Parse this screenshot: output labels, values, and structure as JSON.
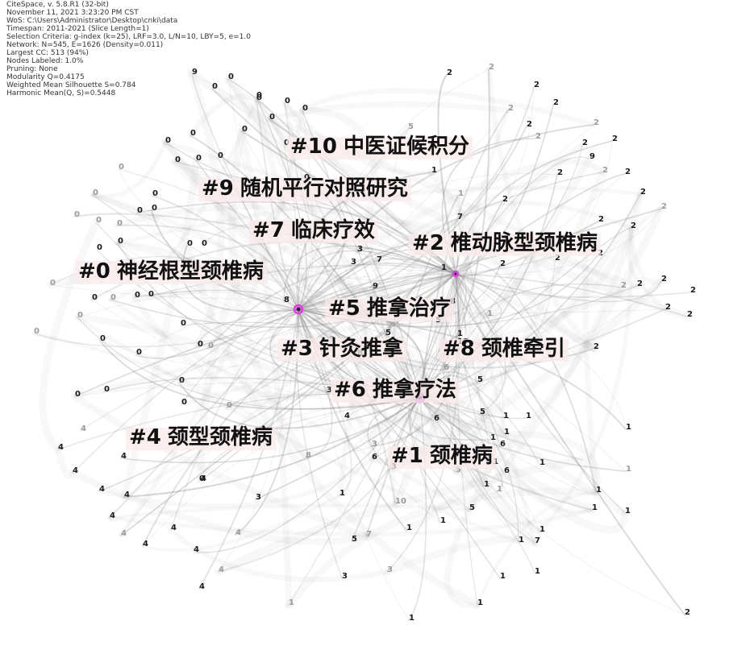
{
  "header_lines": [
    "CiteSpace, v. 5.8.R1 (32-bit)",
    "November 11, 2021 3:23:20 PM CST",
    "WoS: C:\\Users\\Administrator\\Desktop\\cnki\\data",
    "Timespan: 2011-2021 (Slice Length=1)",
    "Selection Criteria: g-index (k=25), LRF=3.0, L/N=10, LBY=5, e=1.0",
    "Network: N=545, E=1626 (Density=0.011)",
    "Largest CC: 513 (94%)",
    "Nodes Labeled: 1.0%",
    "Pruning: None",
    "Modularity Q=0.4175",
    "Weighted Mean Silhouette S=0.784",
    "Harmonic Mean(Q, S)=0.5448"
  ],
  "clusters": [
    {
      "id": "#10",
      "text": "中医证候积分"
    },
    {
      "id": "#9",
      "text": "随机平行对照研究"
    },
    {
      "id": "#7",
      "text": "临床疗效"
    },
    {
      "id": "#2",
      "text": "椎动脉型颈椎病"
    },
    {
      "id": "#0",
      "text": "神经根型颈椎病"
    },
    {
      "id": "#5",
      "text": "推拿治疗"
    },
    {
      "id": "#3",
      "text": "针灸推拿"
    },
    {
      "id": "#8",
      "text": "颈椎牵引"
    },
    {
      "id": "#6",
      "text": "推拿疗法"
    },
    {
      "id": "#4",
      "text": "颈型颈椎病"
    },
    {
      "id": "#1",
      "text": "颈椎病"
    }
  ],
  "node_labels": [
    {
      "t": "9",
      "dark": true
    },
    {
      "t": "0",
      "dark": true
    },
    {
      "t": "0",
      "dark": true
    },
    {
      "t": "0",
      "dark": true
    },
    {
      "t": "0",
      "dark": true
    },
    {
      "t": "0",
      "dark": true
    },
    {
      "t": "0",
      "dark": true
    },
    {
      "t": "0",
      "dark": true
    },
    {
      "t": "0",
      "dark": true
    },
    {
      "t": "0",
      "dark": true
    },
    {
      "t": "0",
      "dark": true
    },
    {
      "t": "0",
      "dark": true
    },
    {
      "t": "0",
      "dark": true
    },
    {
      "t": "0",
      "dark": true
    },
    {
      "t": "0",
      "dark": false
    },
    {
      "t": "0",
      "dark": false
    },
    {
      "t": "0",
      "dark": false
    },
    {
      "t": "0",
      "dark": false
    },
    {
      "t": "0",
      "dark": false
    },
    {
      "t": "0",
      "dark": true
    },
    {
      "t": "0",
      "dark": false
    },
    {
      "t": "0",
      "dark": false
    },
    {
      "t": "0",
      "dark": false
    },
    {
      "t": "0",
      "dark": true
    },
    {
      "t": "0",
      "dark": true
    },
    {
      "t": "0",
      "dark": true
    },
    {
      "t": "0",
      "dark": true
    },
    {
      "t": "0",
      "dark": true
    },
    {
      "t": "0",
      "dark": false
    },
    {
      "t": "0",
      "dark": true
    },
    {
      "t": "0",
      "dark": true
    },
    {
      "t": "0",
      "dark": true
    },
    {
      "t": "0",
      "dark": true
    },
    {
      "t": "0",
      "dark": true
    },
    {
      "t": "0",
      "dark": true
    },
    {
      "t": "0",
      "dark": true
    },
    {
      "t": "0",
      "dark": true
    },
    {
      "t": "0",
      "dark": false
    },
    {
      "t": "0",
      "dark": true
    },
    {
      "t": "0",
      "dark": true
    },
    {
      "t": "0",
      "dark": false
    },
    {
      "t": "0",
      "dark": true
    },
    {
      "t": "0",
      "dark": true
    },
    {
      "t": "0",
      "dark": true
    },
    {
      "t": "0",
      "dark": true
    },
    {
      "t": "0",
      "dark": true
    },
    {
      "t": "2",
      "dark": true
    },
    {
      "t": "2",
      "dark": false
    },
    {
      "t": "2",
      "dark": true
    },
    {
      "t": "2",
      "dark": true
    },
    {
      "t": "2",
      "dark": false
    },
    {
      "t": "2",
      "dark": true
    },
    {
      "t": "2",
      "dark": false
    },
    {
      "t": "2",
      "dark": true
    },
    {
      "t": "2",
      "dark": false
    },
    {
      "t": "2",
      "dark": true
    },
    {
      "t": "2",
      "dark": true
    },
    {
      "t": "2",
      "dark": false
    },
    {
      "t": "2",
      "dark": true
    },
    {
      "t": "2",
      "dark": true
    },
    {
      "t": "2",
      "dark": false
    },
    {
      "t": "2",
      "dark": true
    },
    {
      "t": "2",
      "dark": true
    },
    {
      "t": "2",
      "dark": true
    },
    {
      "t": "2",
      "dark": false
    },
    {
      "t": "2",
      "dark": false
    },
    {
      "t": "2",
      "dark": true
    },
    {
      "t": "2",
      "dark": true
    },
    {
      "t": "2",
      "dark": true
    },
    {
      "t": "2",
      "dark": true
    },
    {
      "t": "2",
      "dark": true
    },
    {
      "t": "2",
      "dark": true
    },
    {
      "t": "2",
      "dark": true
    },
    {
      "t": "2",
      "dark": false
    },
    {
      "t": "2",
      "dark": true
    },
    {
      "t": "2",
      "dark": true
    },
    {
      "t": "2",
      "dark": true
    },
    {
      "t": "1",
      "dark": false
    },
    {
      "t": "1",
      "dark": true
    },
    {
      "t": "1",
      "dark": false
    },
    {
      "t": "1",
      "dark": true
    },
    {
      "t": "1",
      "dark": true
    },
    {
      "t": "1",
      "dark": false
    },
    {
      "t": "1",
      "dark": true
    },
    {
      "t": "1",
      "dark": true
    },
    {
      "t": "1",
      "dark": true
    },
    {
      "t": "1",
      "dark": true
    },
    {
      "t": "1",
      "dark": true
    },
    {
      "t": "1",
      "dark": true
    },
    {
      "t": "1",
      "dark": false
    },
    {
      "t": "1",
      "dark": true
    },
    {
      "t": "1",
      "dark": true
    },
    {
      "t": "1",
      "dark": true
    },
    {
      "t": "1",
      "dark": true
    },
    {
      "t": "1",
      "dark": true
    },
    {
      "t": "1",
      "dark": false
    },
    {
      "t": "1",
      "dark": true
    },
    {
      "t": "1",
      "dark": true
    },
    {
      "t": "1",
      "dark": true
    },
    {
      "t": "1",
      "dark": true
    },
    {
      "t": "1",
      "dark": true
    },
    {
      "t": "1",
      "dark": true
    },
    {
      "t": "1",
      "dark": true
    },
    {
      "t": "1",
      "dark": false
    },
    {
      "t": "1",
      "dark": true
    },
    {
      "t": "1",
      "dark": true
    },
    {
      "t": "4",
      "dark": true
    },
    {
      "t": "4",
      "dark": true
    },
    {
      "t": "4",
      "dark": true
    },
    {
      "t": "4",
      "dark": true
    },
    {
      "t": "4",
      "dark": true
    },
    {
      "t": "4",
      "dark": true
    },
    {
      "t": "4",
      "dark": false
    },
    {
      "t": "4",
      "dark": true
    },
    {
      "t": "4",
      "dark": true
    },
    {
      "t": "4",
      "dark": true
    },
    {
      "t": "4",
      "dark": false
    },
    {
      "t": "4",
      "dark": true
    },
    {
      "t": "4",
      "dark": false
    },
    {
      "t": "4",
      "dark": true
    },
    {
      "t": "4",
      "dark": false
    },
    {
      "t": "4",
      "dark": true
    },
    {
      "t": "3",
      "dark": true
    },
    {
      "t": "3",
      "dark": true
    },
    {
      "t": "3",
      "dark": true
    },
    {
      "t": "3",
      "dark": false
    },
    {
      "t": "3",
      "dark": true
    },
    {
      "t": "3",
      "dark": false
    },
    {
      "t": "3",
      "dark": true
    },
    {
      "t": "3",
      "dark": true
    },
    {
      "t": "3",
      "dark": false
    },
    {
      "t": "5",
      "dark": true
    },
    {
      "t": "5",
      "dark": false
    },
    {
      "t": "5",
      "dark": true
    },
    {
      "t": "5",
      "dark": true
    },
    {
      "t": "5",
      "dark": false
    },
    {
      "t": "5",
      "dark": true
    },
    {
      "t": "5",
      "dark": true
    },
    {
      "t": "5",
      "dark": false
    },
    {
      "t": "5",
      "dark": true
    },
    {
      "t": "6",
      "dark": true
    },
    {
      "t": "6",
      "dark": false
    },
    {
      "t": "6",
      "dark": true
    },
    {
      "t": "6",
      "dark": true
    },
    {
      "t": "6",
      "dark": true
    },
    {
      "t": "7",
      "dark": true
    },
    {
      "t": "7",
      "dark": false
    },
    {
      "t": "7",
      "dark": true
    },
    {
      "t": "7",
      "dark": true
    },
    {
      "t": "7",
      "dark": false
    },
    {
      "t": "8",
      "dark": true
    },
    {
      "t": "8",
      "dark": true
    },
    {
      "t": "8",
      "dark": true
    },
    {
      "t": "8",
      "dark": false
    },
    {
      "t": "9",
      "dark": true
    },
    {
      "t": "9",
      "dark": true
    },
    {
      "t": "10",
      "dark": false
    },
    {
      "t": "10",
      "dark": true
    }
  ],
  "hub_colors": {
    "hub": "#e040e0",
    "hub_core": "#4a1060",
    "edge": "#8a8a8a"
  }
}
